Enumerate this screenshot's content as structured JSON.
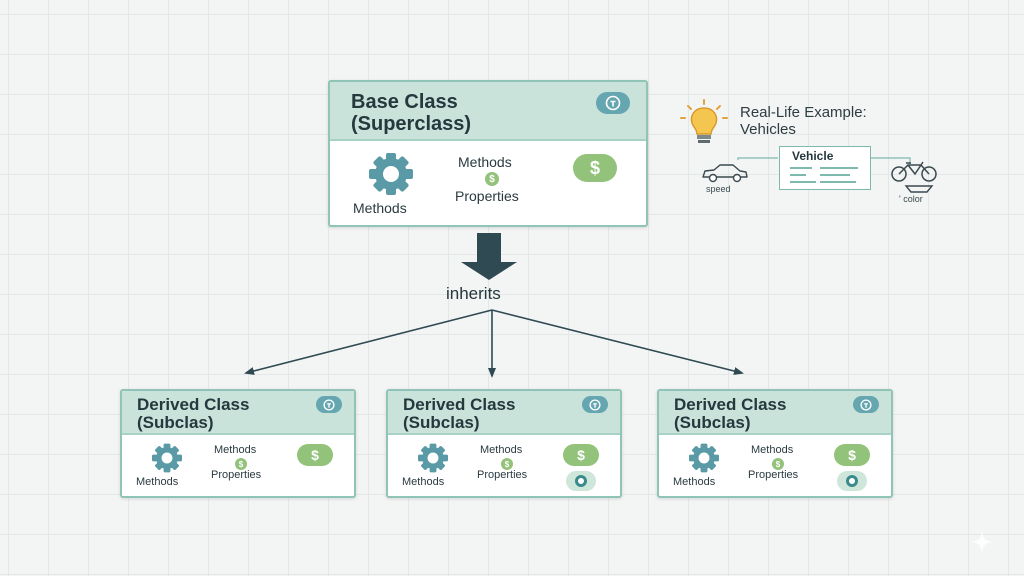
{
  "base_class": {
    "title_line1": "Base Class",
    "title_line2": "(Superclass)",
    "gear_label": "Methods",
    "methods_label": "Methods",
    "properties_label": "Properties",
    "dollar_symbol": "$",
    "mini_dollar_symbol": "$"
  },
  "arrow_label": "inherits",
  "derived_classes": [
    {
      "title_line1": "Derived Class",
      "title_line2": "(Subclas)",
      "gear_label": "Methods",
      "methods_label": "Methods",
      "properties_label": "Properties",
      "dollar_symbol": "$",
      "mini_dollar_symbol": "$",
      "has_radio": false
    },
    {
      "title_line1": "Derived Class",
      "title_line2": "(Subclas)",
      "gear_label": "Methods",
      "methods_label": "Methods",
      "properties_label": "Properties",
      "dollar_symbol": "$",
      "mini_dollar_symbol": "$",
      "has_radio": true
    },
    {
      "title_line1": "Derived Class",
      "title_line2": "(Subclas)",
      "gear_label": "Methods",
      "methods_label": "Methods",
      "properties_label": "Properties",
      "dollar_symbol": "$",
      "mini_dollar_symbol": "$",
      "has_radio": true
    }
  ],
  "example": {
    "title_line1": "Real-Life Example:",
    "title_line2": "Vehicles",
    "vehicle_label": "Vehicle",
    "car_caption": "speed",
    "bike_caption": "' color"
  },
  "icons": {
    "badge": "lock-icon",
    "gear": "gear-icon",
    "bulb": "lightbulb-icon",
    "car": "car-icon",
    "bicycle": "bicycle-icon",
    "boat": "boat-icon",
    "document": "document-icon",
    "sparkle": "sparkle-icon"
  },
  "colors": {
    "header_bg": "#c9e3da",
    "border": "#8fc4b6",
    "gear": "#5a9aa6",
    "dollar": "#93c27a",
    "arrow": "#2f4a52"
  }
}
